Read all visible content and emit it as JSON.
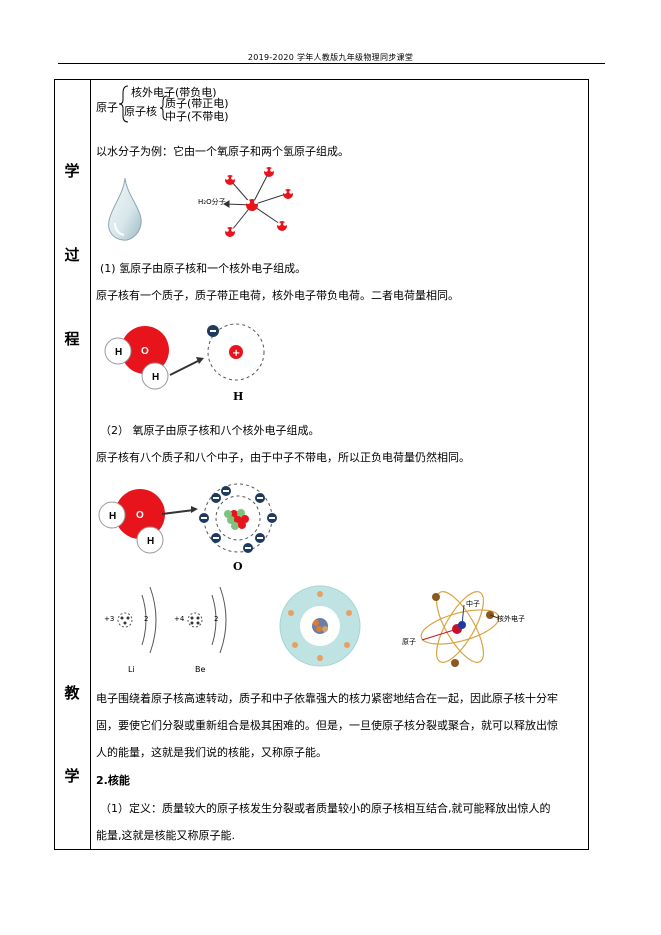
{
  "header": {
    "title": "2019-2020 学年人教版九年级物理同步课堂"
  },
  "sidebar": {
    "chars": [
      "学",
      "过",
      "程",
      "教",
      "学"
    ]
  },
  "structure": {
    "root": "原子",
    "electron": "核外电子(带负电)",
    "nucleus": "原子核",
    "proton": "质子(带正电)",
    "neutron": "中子(不带电)"
  },
  "content": {
    "water_intro": "以水分子为例：它由一个氧原子和两个氢原子组成。",
    "water_label": "H₂O分子",
    "hydrogen_line1": "(1) 氢原子由原子核和一个核外电子组成。",
    "hydrogen_line2": "原子核有一个质子，质子带正电荷，核外电子带负电荷。二者电荷量相同。",
    "hydrogen_label": "H",
    "oxygen_line1": "（2） 氧原子由原子核和八个核外电子组成。",
    "oxygen_line2": "原子核有八个质子和八个中子，由于中子不带电，所以正负电荷量仍然相同。",
    "oxygen_label": "O",
    "li_label": "Li",
    "be_label": "Be",
    "li_charge": "+3",
    "be_charge": "+4",
    "shell_num": "2",
    "neutron_tag": "中子",
    "proton_tag": "原子",
    "electron_tag": "核外电子",
    "para1": "电子围绕着原子核高速转动，质子和中子依靠强大的核力紧密地结合在一起，因此原子核十分牢",
    "para2": "固，要使它们分裂或重新组合是极其困难的。但是，一旦使原子核分裂或聚合，就可以释放出惊",
    "para3": "人的能量，这就是我们说的核能，又称原子能。",
    "section_title": "2.核能",
    "def1": "（1）定义：质量较大的原子核发生分裂或者质量较小的原子核相互结合,就可能释放出惊人的",
    "def2": "能量,这就是核能又称原子能."
  },
  "colors": {
    "red": "#e8141b",
    "navy": "#1f3a5f",
    "teal": "#bfe3e3"
  }
}
